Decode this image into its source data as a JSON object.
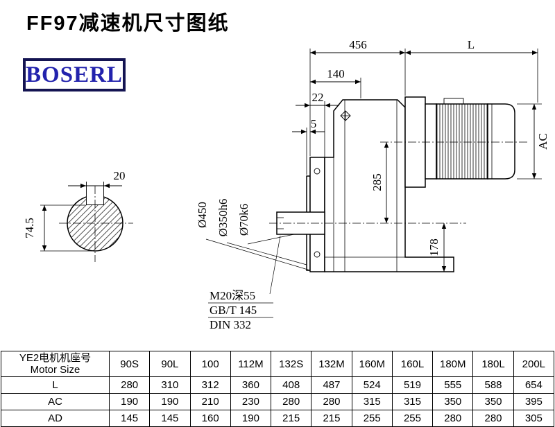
{
  "page": {
    "title": "FF97减速机尺寸图纸"
  },
  "logo": {
    "text": "BOSERL",
    "text_color": "#2323ad",
    "border_color": "#141452"
  },
  "drawing": {
    "dim_overall_length": "456",
    "dim_motor_length": "L",
    "dim_140": "140",
    "dim_22": "22",
    "dim_5": "5",
    "dim_motor_diameter": "AC",
    "dim_285": "285",
    "dim_178": "178",
    "dim_flange_diameter": "Ø450",
    "dim_spigot_diameter": "Ø350h6",
    "dim_shaft_diameter": "Ø70k6",
    "dim_keyway_width": "20",
    "dim_shaft_section": "74.5",
    "note_tap": "M20深55",
    "note_gb": "GB/T 145",
    "note_din": "DIN 332"
  },
  "table": {
    "header_line1": "YE2电机机座号",
    "header_line2": "Motor Size",
    "columns": [
      "90S",
      "90L",
      "100",
      "112M",
      "132S",
      "132M",
      "160M",
      "160L",
      "180M",
      "180L",
      "200L"
    ],
    "rows": [
      {
        "label": "L",
        "values": [
          "280",
          "310",
          "312",
          "360",
          "408",
          "487",
          "524",
          "519",
          "555",
          "588",
          "654"
        ]
      },
      {
        "label": "AC",
        "values": [
          "190",
          "190",
          "210",
          "230",
          "280",
          "280",
          "315",
          "315",
          "350",
          "350",
          "395"
        ]
      },
      {
        "label": "AD",
        "values": [
          "145",
          "145",
          "160",
          "190",
          "215",
          "215",
          "255",
          "255",
          "280",
          "280",
          "305"
        ]
      }
    ]
  }
}
